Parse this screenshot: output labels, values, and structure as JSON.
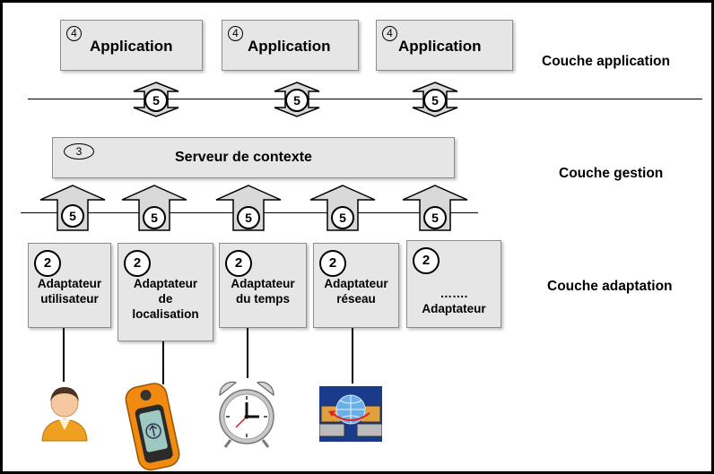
{
  "applications": [
    {
      "number": "4",
      "label": "Application"
    },
    {
      "number": "4",
      "label": "Application"
    },
    {
      "number": "4",
      "label": "Application"
    }
  ],
  "server": {
    "number": "3",
    "label": "Serveur de contexte"
  },
  "adapters": [
    {
      "number": "2",
      "label": "Adaptateur\nutilisateur"
    },
    {
      "number": "2",
      "label": "Adaptateur\nde\nlocalisation"
    },
    {
      "number": "2",
      "label": "Adaptateur\ndu temps"
    },
    {
      "number": "2",
      "label": "Adaptateur\nréseau"
    },
    {
      "number": "2",
      "label": "…….\nAdaptateur"
    }
  ],
  "layers": {
    "application": "Couche application",
    "gestion": "Couche gestion",
    "adaptation": "Couche adaptation"
  },
  "bidirectional_arrows": [
    {
      "number": "5"
    },
    {
      "number": "5"
    },
    {
      "number": "5"
    }
  ],
  "up_arrows": [
    {
      "number": "5"
    },
    {
      "number": "5"
    },
    {
      "number": "5"
    },
    {
      "number": "5"
    },
    {
      "number": "5"
    }
  ],
  "colors": {
    "box_fill": "#e6e6e6",
    "arrow_fill": "#d9d9d9",
    "frame": "#000000"
  },
  "devices": [
    "user-icon",
    "gps-device-icon",
    "alarm-clock-icon",
    "network-computers-icon"
  ]
}
